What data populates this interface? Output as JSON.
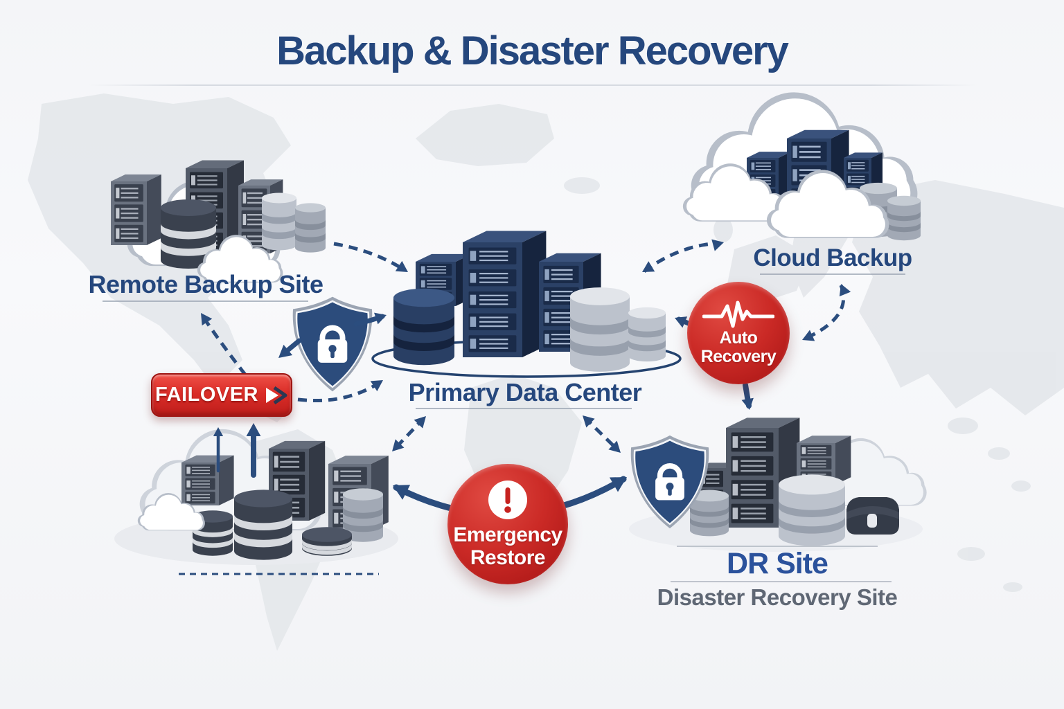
{
  "title": "Backup & Disaster Recovery",
  "sites": {
    "remote": {
      "label": "Remote Backup Site"
    },
    "cloud": {
      "label": "Cloud Backup"
    },
    "primary": {
      "label": "Primary Data Center"
    },
    "dr": {
      "label": "DR Site",
      "sublabel": "Disaster Recovery Site"
    }
  },
  "actions": {
    "failover": {
      "label": "FAILOVER",
      "icon": "arrow-right-icon"
    },
    "auto_recovery": {
      "label": "Auto Recovery",
      "icon": "heartbeat-icon"
    },
    "emergency_restore": {
      "label": "Emergency Restore",
      "icon": "alert-exclamation-icon"
    }
  },
  "icons": {
    "security": "shield-lock-icon",
    "dr_security": "shield-lock-icon",
    "failover": "arrow-right-icon",
    "auto_recovery": "heartbeat-icon",
    "emergency_restore": "alert-exclamation-icon"
  },
  "colors": {
    "background": "#f7f8fa",
    "map_land": "#e3e6ea",
    "navy_heading": "#25477d",
    "dr_title_blue": "#2b529c",
    "subtext_gray": "#5f6774",
    "label_underline": "#9aa3b2",
    "arrow_navy": "#2b4d7e",
    "red_primary": "#c6221f",
    "red_light": "#e04a42",
    "red_dark": "#a51313",
    "shield_navy": "#2c4c7c",
    "server_navy": "#2b4166",
    "server_gray": "#6a7280",
    "cylinder_light": "#bcc2cc",
    "cylinder_dark": "#3a414e",
    "cloud_stroke": "#b7bec9",
    "white": "#ffffff"
  }
}
